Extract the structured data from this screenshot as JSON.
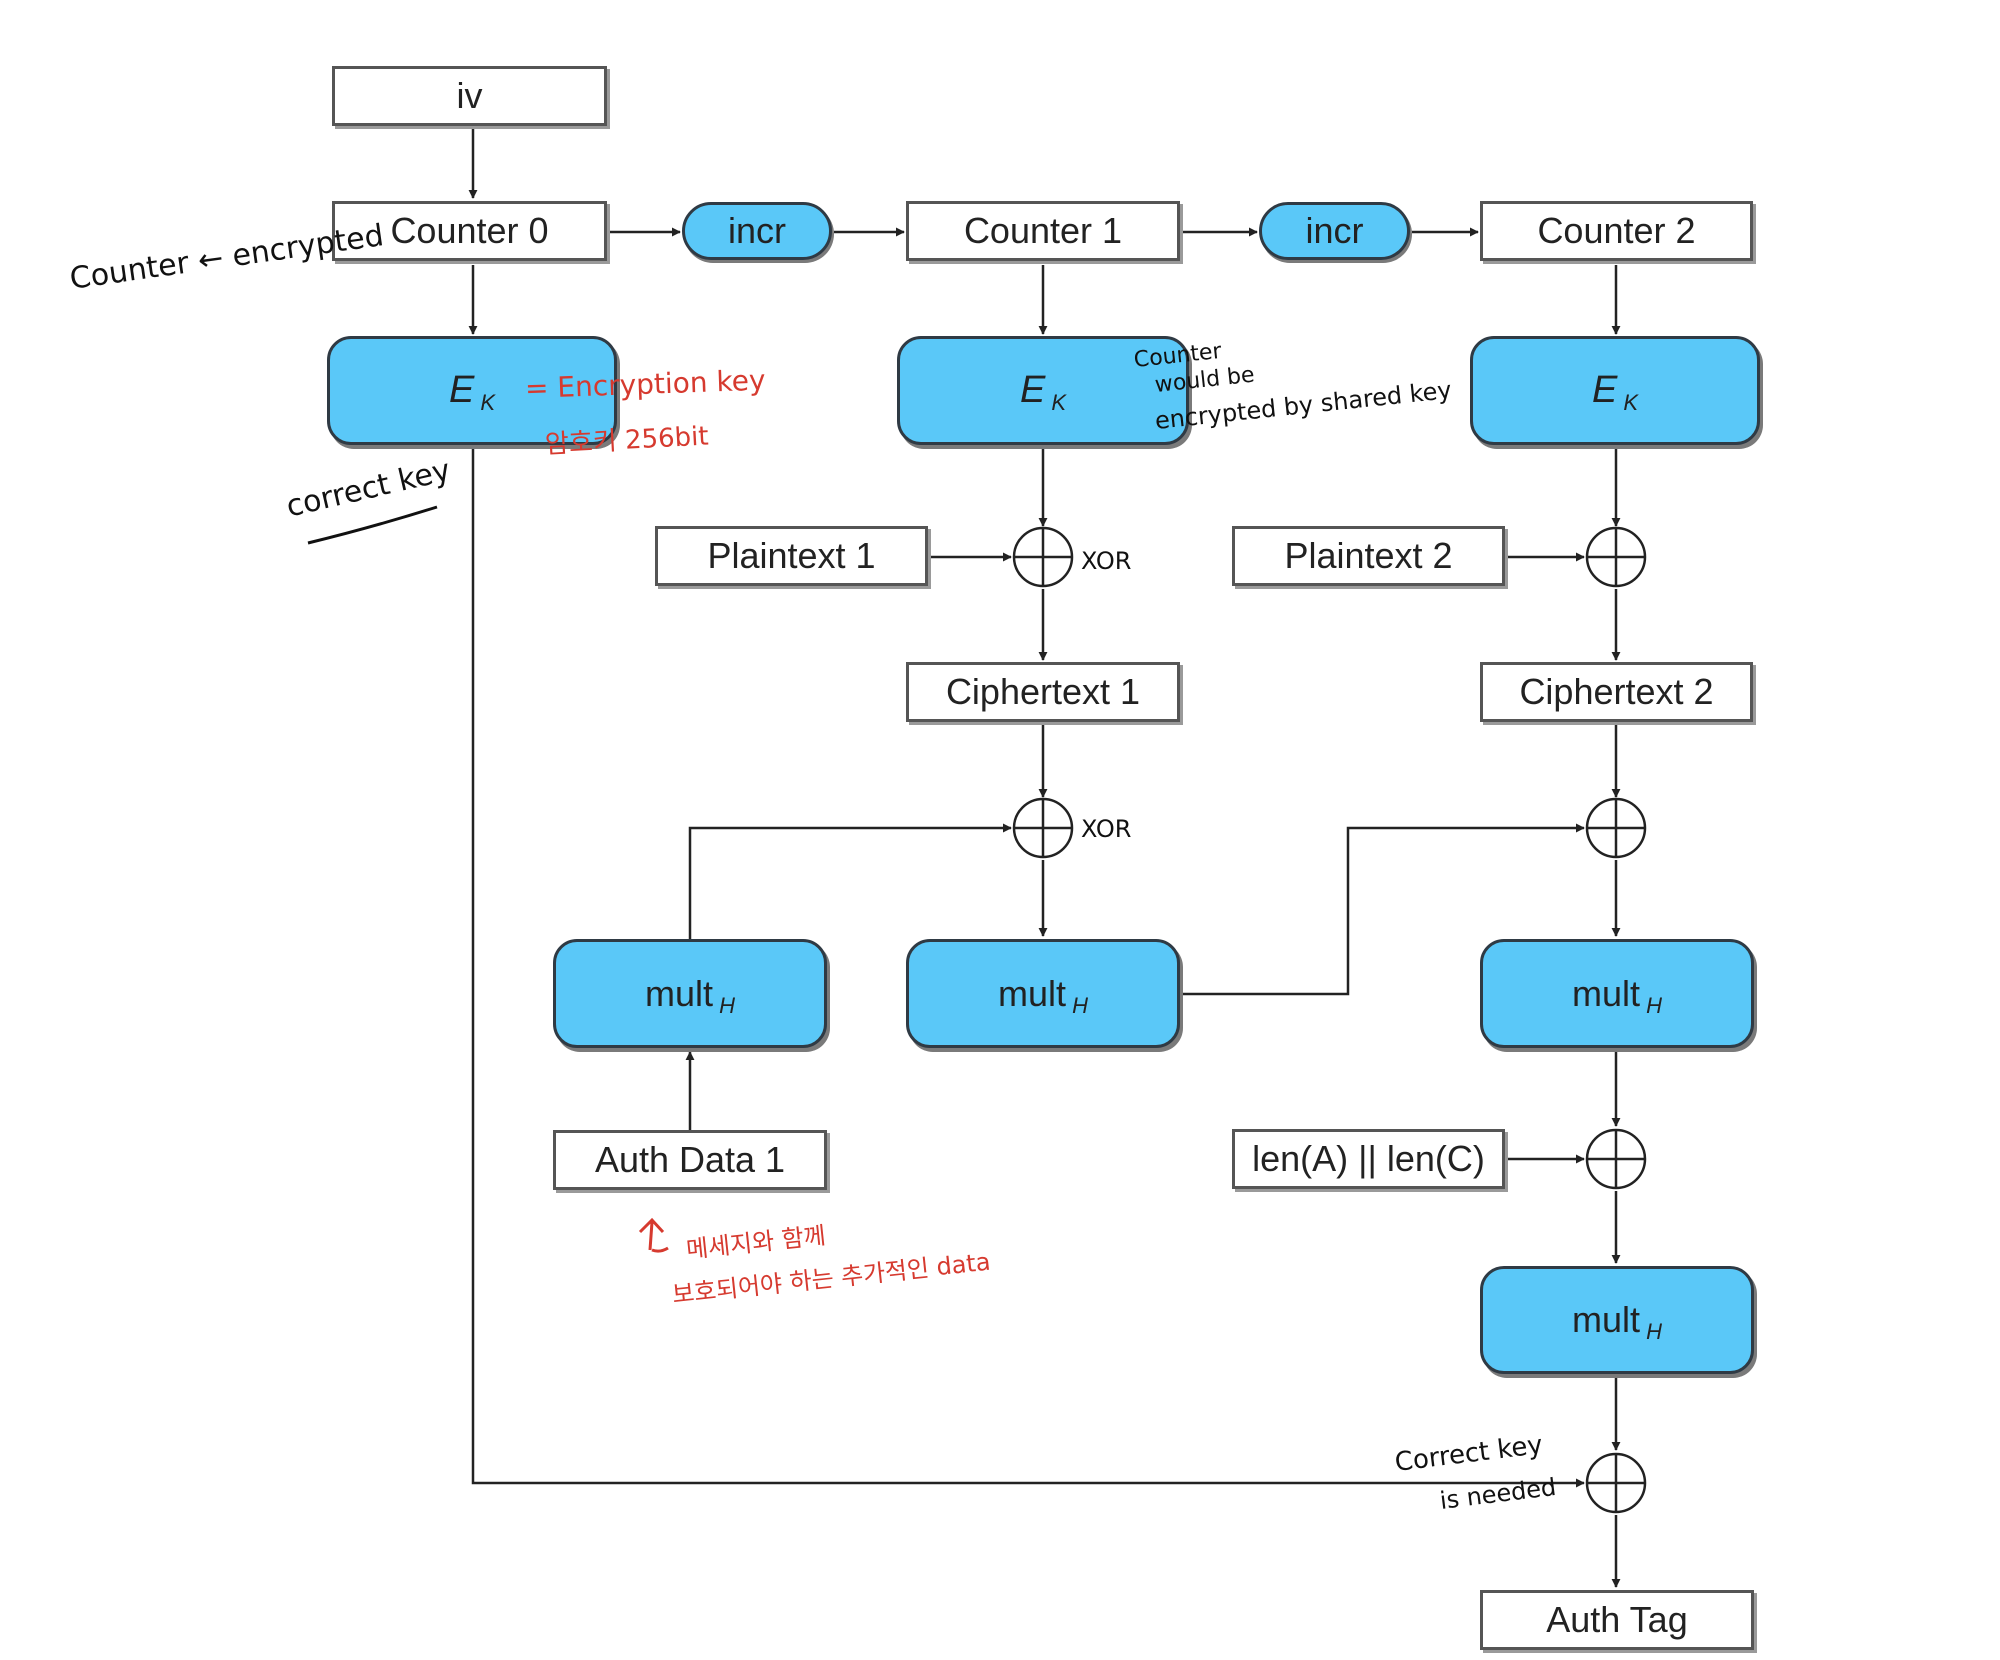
{
  "boxes": {
    "iv": "iv",
    "counter0": "Counter 0",
    "counter1": "Counter 1",
    "counter2": "Counter 2",
    "incr": "incr",
    "ek": "E",
    "ek_sub": "K",
    "plaintext1": "Plaintext 1",
    "plaintext2": "Plaintext 2",
    "ciphertext1": "Ciphertext 1",
    "ciphertext2": "Ciphertext 2",
    "mult": "mult",
    "mult_sub": "H",
    "auth_data1": "Auth Data 1",
    "len": "len(A) || len(C)",
    "auth_tag": "Auth Tag"
  },
  "annotations": {
    "counter_encrypted": "Counter ← encrypted",
    "ek_note_line1": "= Encryption key",
    "ek_note_line2": "암호키 256bit",
    "correct_key": "correct key",
    "counter_shared_line1": "Counter",
    "counter_shared_line2": "would be",
    "counter_shared_line3": "encrypted by shared key",
    "xor_label": "XOR",
    "auth_data_note_line1": "메세지와 함께",
    "auth_data_note_line2": "보호되어야 하는 추가적인 data",
    "correct_key_needed_line1": "Correct key",
    "correct_key_needed_line2": "is needed"
  },
  "colors": {
    "block_fill": "#5ac8f8",
    "annotation_red": "#d63a2f",
    "annotation_black": "#111111"
  }
}
